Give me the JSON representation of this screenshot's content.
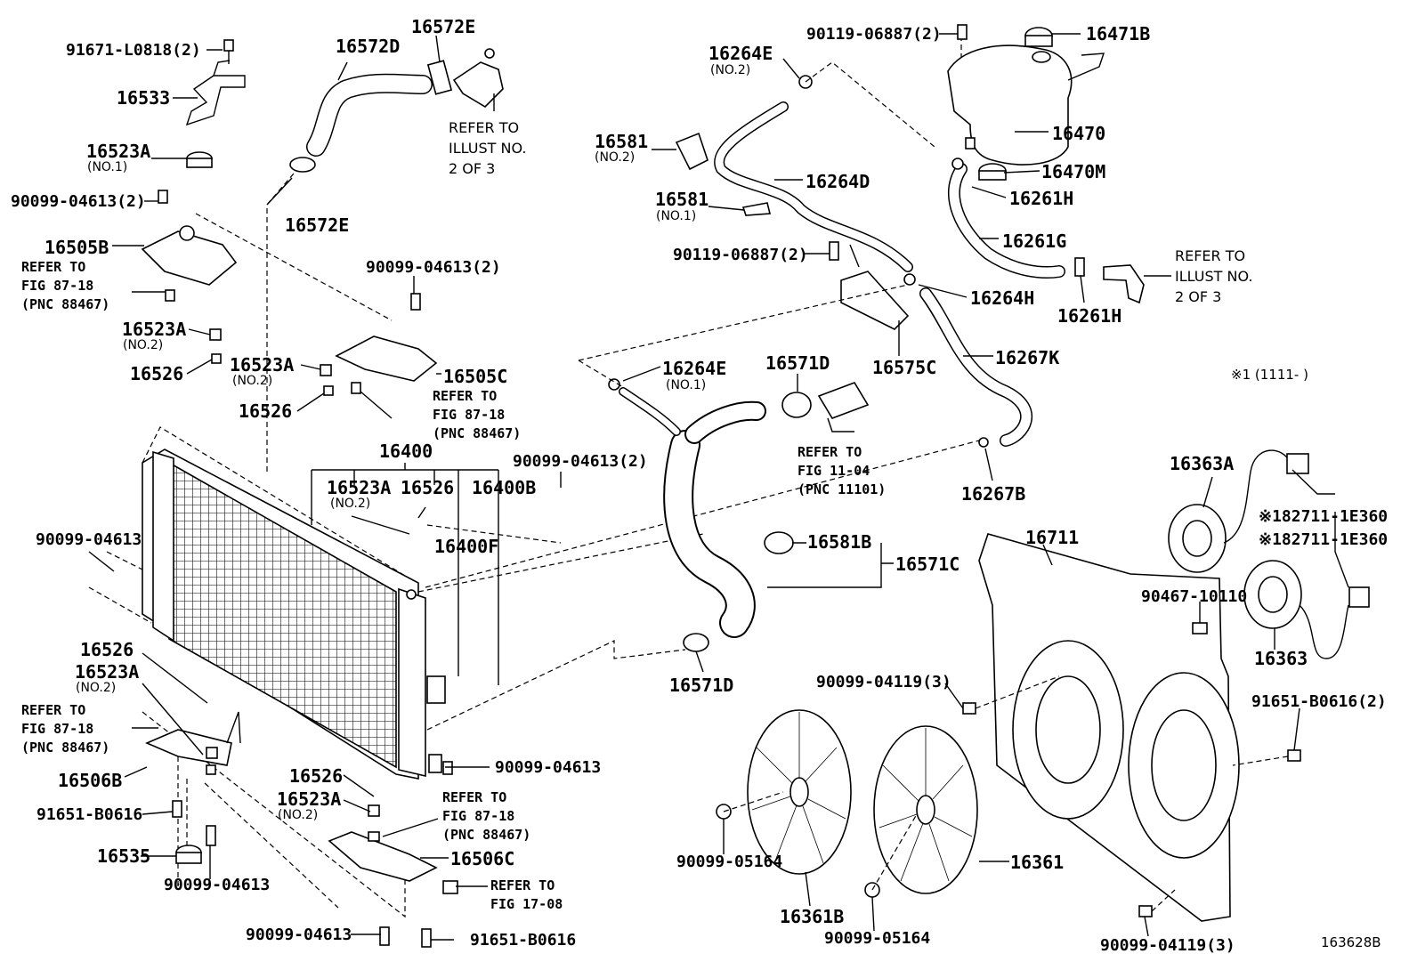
{
  "diagram_id": "163628B",
  "note_symbol": "※1 (1111-        )",
  "parts": {
    "p91671": "91671-L0818(2)",
    "p16533": "16533",
    "p16572D": "16572D",
    "p16572E_top": "16572E",
    "p16572E_clamp": "16572E",
    "p16523A_no1": "16523A",
    "p16523A_no1_sub": "(NO.1)",
    "p90099_04613_2a": "90099-04613(2)",
    "p16505B": "16505B",
    "p16523A_no2a": "16523A",
    "p16523A_no2a_sub": "(NO.2)",
    "p16526a": "16526",
    "p90099_04613_2b": "90099-04613(2)",
    "p16523A_no2b": "16523A",
    "p16523A_no2b_sub": "(NO.2)",
    "p16505C": "16505C",
    "p16526b": "16526",
    "p16400": "16400",
    "p16523A_no2c": "16523A",
    "p16523A_no2c_sub": "(NO.2)",
    "p16526c": "16526",
    "p16400B": "16400B",
    "p16400F": "16400F",
    "p90099_04613_2c": "90099-04613(2)",
    "p90099_04613a": "90099-04613",
    "p16526d": "16526",
    "p16523A_no2d": "16523A",
    "p16523A_no2d_sub": "(NO.2)",
    "p16506B": "16506B",
    "p91651_B0616a": "91651-B0616",
    "p16535": "16535",
    "p90099_04613b": "90099-04613",
    "p90099_04613c": "90099-04613",
    "p16526e": "16526",
    "p16523A_no2e": "16523A",
    "p16523A_no2e_sub": "(NO.2)",
    "p16506C": "16506C",
    "p90099_04613d": "90099-04613",
    "p91651_B0616b": "91651-B0616",
    "p16264E_no2": "16264E",
    "p16264E_no2_sub": "(NO.2)",
    "p90119_06887_2a": "90119-06887(2)",
    "p16471B": "16471B",
    "p16470": "16470",
    "p16470M": "16470M",
    "p16261H_a": "16261H",
    "p16261G": "16261G",
    "p16261H_b": "16261H",
    "p16581_no2": "16581",
    "p16581_no2_sub": "(NO.2)",
    "p16264D": "16264D",
    "p16581_no1": "16581",
    "p16581_no1_sub": "(NO.1)",
    "p90119_06887_2b": "90119-06887(2)",
    "p16264H": "16264H",
    "p16267K": "16267K",
    "p16575C": "16575C",
    "p16264E_no1": "16264E",
    "p16264E_no1_sub": "(NO.1)",
    "p16571D_a": "16571D",
    "p16267B": "16267B",
    "p16581B": "16581B",
    "p16571C": "16571C",
    "p16571D_b": "16571D",
    "p16363A": "16363A",
    "p182711_a": "※182711-1E360",
    "p182711_b": "※182711-1E360",
    "p16711": "16711",
    "p90467": "90467-10110",
    "p16363": "16363",
    "p90099_04119_3a": "90099-04119(3)",
    "p91651_B0616_2": "91651-B0616(2)",
    "p90099_05164a": "90099-05164",
    "p16361": "16361",
    "p16361B": "16361B",
    "p90099_05164b": "90099-05164",
    "p90099_04119_3b": "90099-04119(3)"
  },
  "refs": {
    "r_illust_top": "REFER TO\nILLUST NO.\n2 OF 3",
    "r_illust_right": "REFER TO\nILLUST NO.\n2 OF 3",
    "r_fig8718_a": "REFER TO\nFIG 87-18\n(PNC 88467)",
    "r_fig8718_b": "REFER TO\nFIG 87-18\n(PNC 88467)",
    "r_fig8718_c": "REFER TO\nFIG 87-18\n(PNC 88467)",
    "r_fig8718_d": "REFER TO\nFIG 87-18\n(PNC 88467)",
    "r_fig1104": "REFER TO\nFIG 11-04\n(PNC 11101)",
    "r_fig1708": "REFER TO\nFIG 17-08"
  }
}
